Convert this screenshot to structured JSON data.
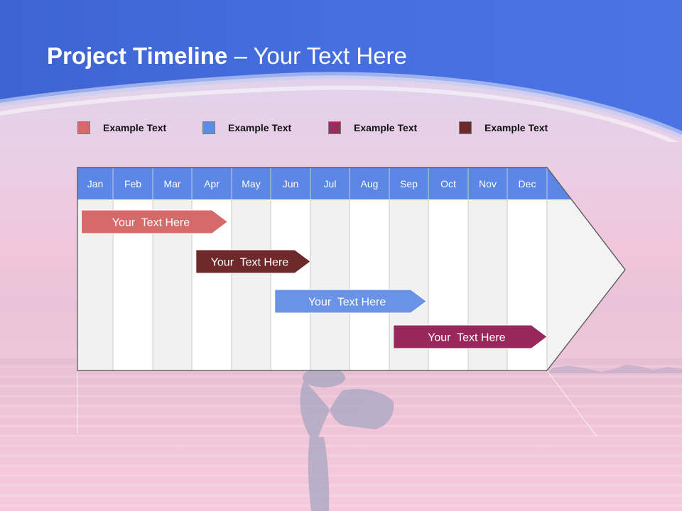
{
  "title": {
    "bold": "Project Timeline",
    "rest": " – Your Text Here"
  },
  "legend": [
    {
      "label": "Example Text",
      "color": "#d46a6a"
    },
    {
      "label": "Example Text",
      "color": "#5b8de0"
    },
    {
      "label": "Example Text",
      "color": "#9b2c5e"
    },
    {
      "label": "Example Text",
      "color": "#6e2a2a"
    }
  ],
  "chart_data": {
    "type": "gantt",
    "months": [
      "Jan",
      "Feb",
      "Mar",
      "Apr",
      "May",
      "Jun",
      "Jul",
      "Aug",
      "Sep",
      "Oct",
      "Nov",
      "Dec"
    ],
    "tasks": [
      {
        "label": "Your  Text Here",
        "start": 0.05,
        "end": 3.9,
        "color": "#d46a6a"
      },
      {
        "label": "Your  Text Here",
        "start": 3.05,
        "end": 6.0,
        "color": "#6e2a2a"
      },
      {
        "label": "Your  Text Here",
        "start": 5.05,
        "end": 8.95,
        "color": "#6a92e6"
      },
      {
        "label": "Your  Text Here",
        "start": 8.05,
        "end": 12.0,
        "color": "#98285c"
      }
    ],
    "header_color": "#5b86e6"
  }
}
